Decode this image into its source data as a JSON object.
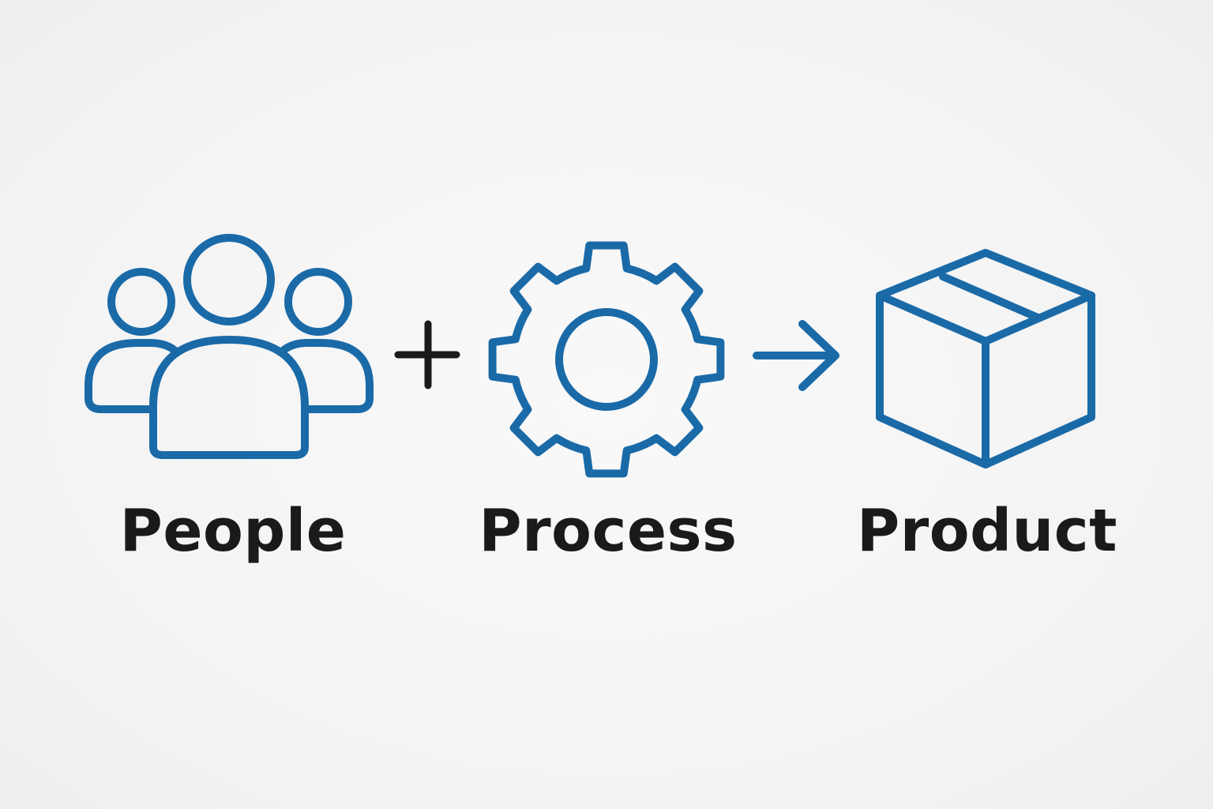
{
  "colors": {
    "accent": "#1a6aa8",
    "operator": "#1a1a1a",
    "text": "#1a1a1a",
    "background": "#f5f5f5"
  },
  "steps": [
    {
      "label": "People",
      "icon": "people-icon"
    },
    {
      "label": "Process",
      "icon": "gear-icon"
    },
    {
      "label": "Product",
      "icon": "box-icon"
    }
  ],
  "operators": {
    "first": "plus-icon",
    "second": "arrow-right-icon"
  }
}
